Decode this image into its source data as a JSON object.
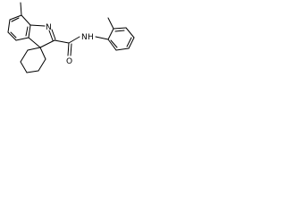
{
  "molecule": {
    "atom_labels": {
      "imine_nitrogen": "N",
      "carbonyl_oxygen": "O",
      "amide_nitrogen": "N",
      "amide_hydrogen": "H"
    },
    "colors": {
      "bond": "#000000",
      "label": "#000000",
      "background": "#ffffff"
    }
  }
}
